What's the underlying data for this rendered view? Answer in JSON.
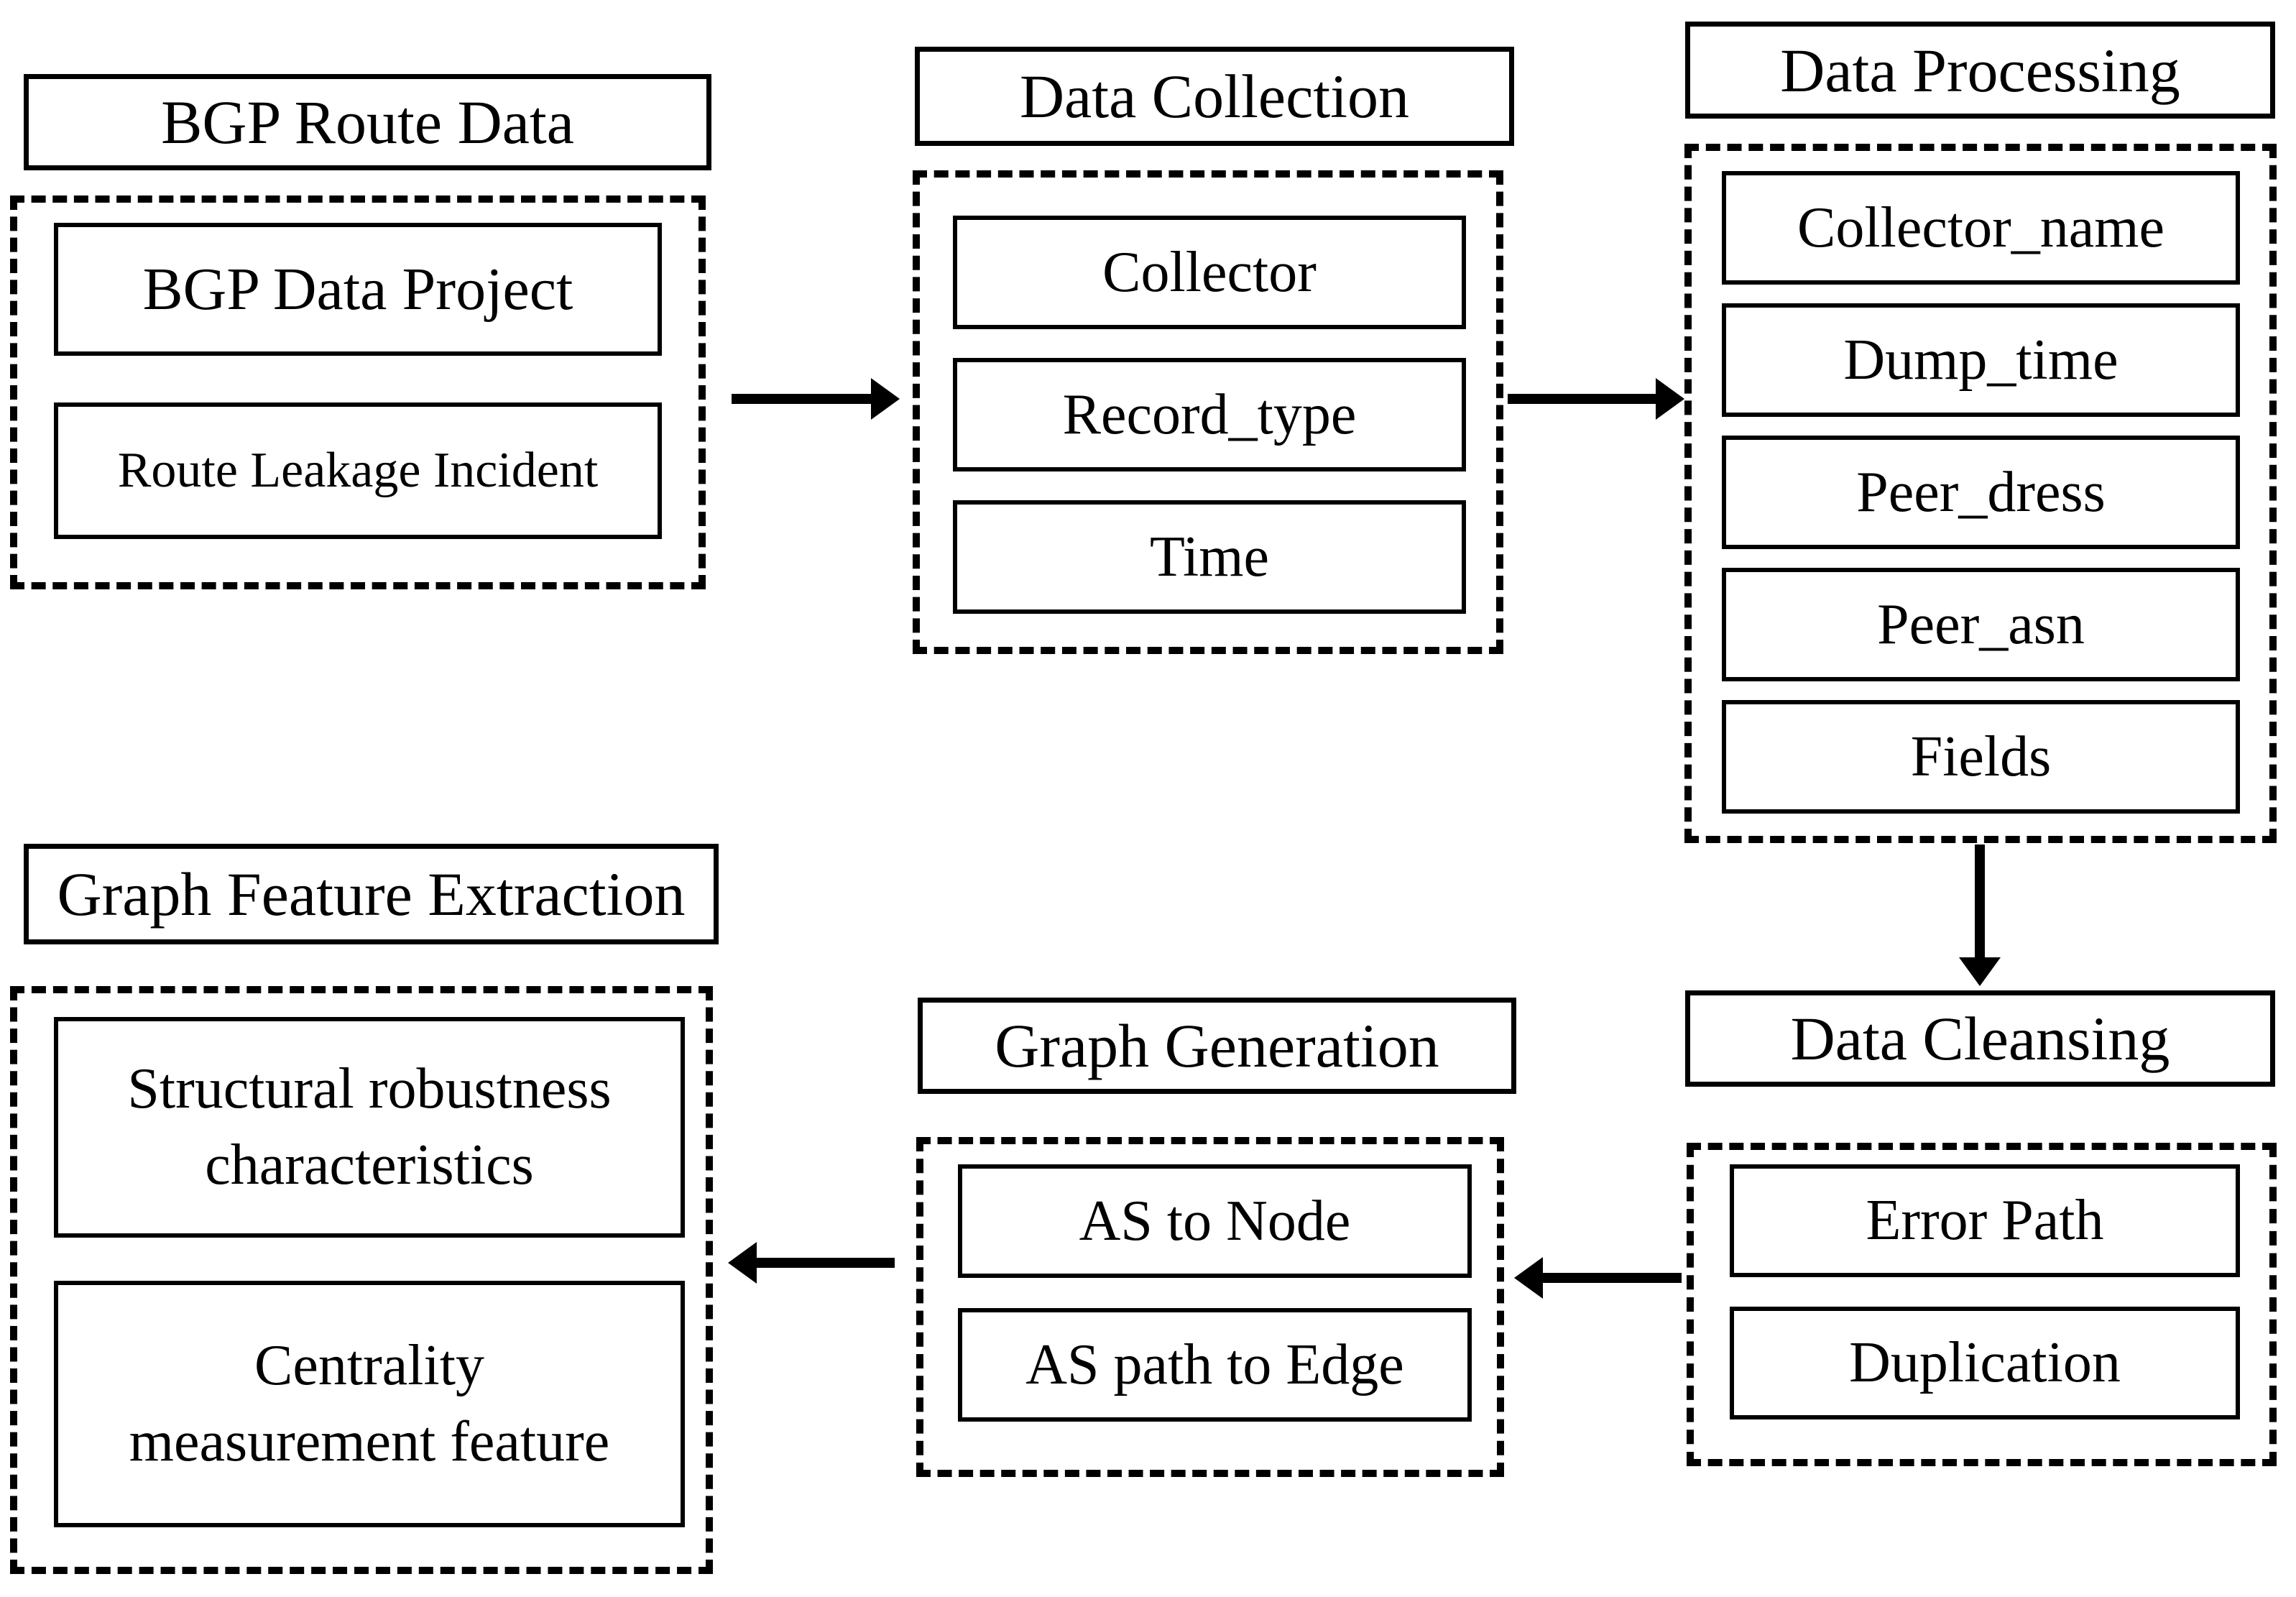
{
  "diagram": {
    "colors": {
      "line": "#000000",
      "background": "#ffffff"
    },
    "groups": [
      {
        "id": "bgp-route-data",
        "title": "BGP Route Data",
        "items": [
          "BGP Data Project",
          "Route Leakage Incident"
        ]
      },
      {
        "id": "data-collection",
        "title": "Data Collection",
        "items": [
          "Collector",
          "Record_type",
          "Time"
        ]
      },
      {
        "id": "data-processing",
        "title": "Data Processing",
        "items": [
          "Collector_name",
          "Dump_time",
          "Peer_dress",
          "Peer_asn",
          "Fields"
        ]
      },
      {
        "id": "data-cleansing",
        "title": "Data Cleansing",
        "items": [
          "Error Path",
          "Duplication"
        ]
      },
      {
        "id": "graph-generation",
        "title": "Graph Generation",
        "items": [
          "AS to Node",
          "AS path to Edge"
        ]
      },
      {
        "id": "graph-feature-extraction",
        "title": "Graph Feature Extraction",
        "items": [
          "Structural robustness characteristics",
          "Centrality measurement feature"
        ]
      }
    ],
    "arrows": [
      {
        "id": "bgp-to-collection",
        "from": "bgp-route-data",
        "to": "data-collection",
        "direction": "right"
      },
      {
        "id": "collection-to-processing",
        "from": "data-collection",
        "to": "data-processing",
        "direction": "right"
      },
      {
        "id": "processing-to-cleansing",
        "from": "data-processing",
        "to": "data-cleansing",
        "direction": "down"
      },
      {
        "id": "cleansing-to-generation",
        "from": "data-cleansing",
        "to": "graph-generation",
        "direction": "left"
      },
      {
        "id": "generation-to-extraction",
        "from": "graph-generation",
        "to": "graph-feature-extraction",
        "direction": "left"
      }
    ]
  }
}
